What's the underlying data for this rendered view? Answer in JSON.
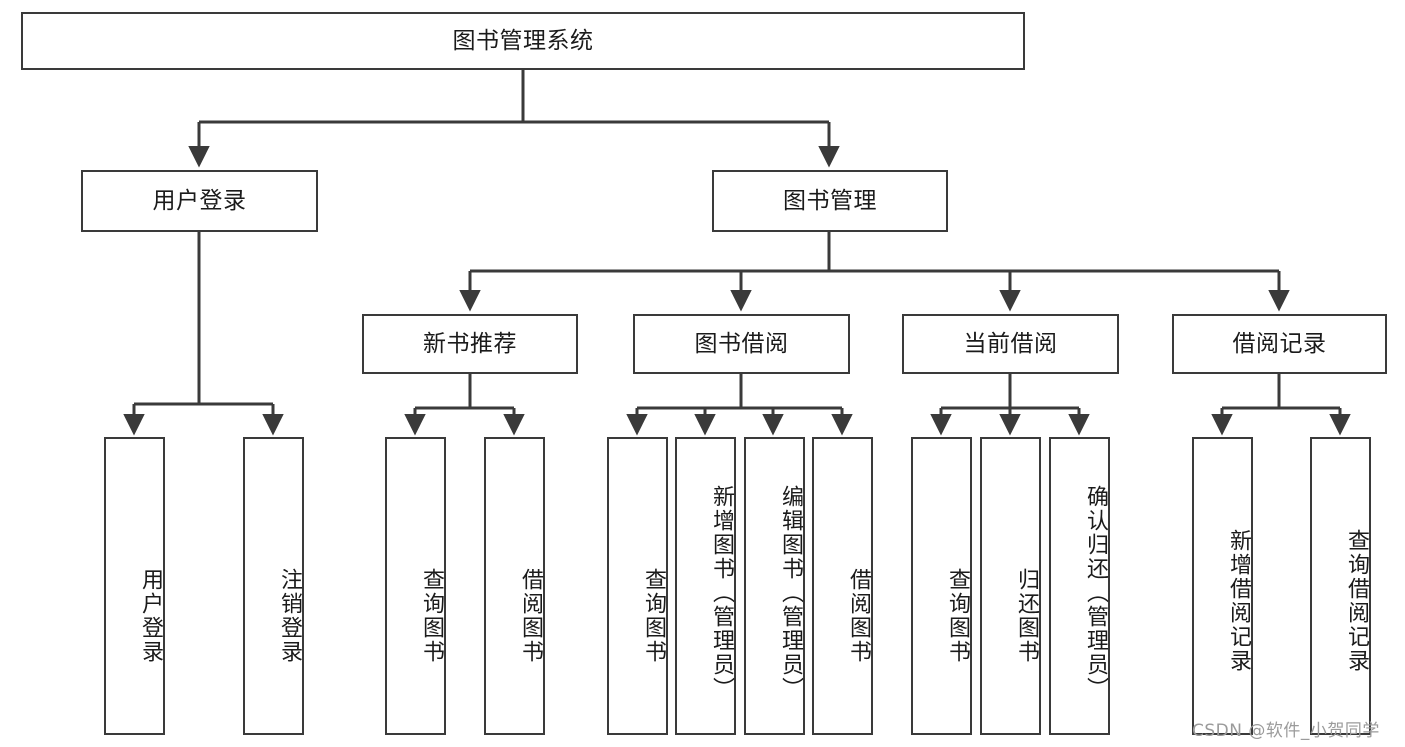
{
  "diagram": {
    "title": "图书管理系统",
    "type": "tree-hierarchy-diagram",
    "style": {
      "box_border_color": "#3a3a3a",
      "box_fill_color": "#ffffff",
      "edge_color": "#3a3a3a",
      "text_color": "#1b1b1b",
      "background": "#ffffff"
    },
    "root": {
      "label": "图书管理系统"
    },
    "level2": [
      {
        "id": "user-login",
        "label": "用户登录"
      },
      {
        "id": "book-manage",
        "label": "图书管理"
      }
    ],
    "level3": [
      {
        "id": "new-book-recommend",
        "label": "新书推荐",
        "parent": "book-manage"
      },
      {
        "id": "book-borrow",
        "label": "图书借阅",
        "parent": "book-manage"
      },
      {
        "id": "current-borrow",
        "label": "当前借阅",
        "parent": "book-manage"
      },
      {
        "id": "borrow-record",
        "label": "借阅记录",
        "parent": "book-manage"
      }
    ],
    "leaves": {
      "user-login": [
        {
          "id": "leaf-user-login",
          "label": "用户登录"
        },
        {
          "id": "leaf-user-logout",
          "label": "注销登录"
        }
      ],
      "new-book-recommend": [
        {
          "id": "leaf-query-book-1",
          "label": "查询图书"
        },
        {
          "id": "leaf-borrow-book-1",
          "label": "借阅图书"
        }
      ],
      "book-borrow": [
        {
          "id": "leaf-query-book-2",
          "label": "查询图书"
        },
        {
          "id": "leaf-add-book",
          "label": "新增图书（管理员）"
        },
        {
          "id": "leaf-edit-book",
          "label": "编辑图书（管理员）"
        },
        {
          "id": "leaf-borrow-book-2",
          "label": "借阅图书"
        }
      ],
      "current-borrow": [
        {
          "id": "leaf-query-book-3",
          "label": "查询图书"
        },
        {
          "id": "leaf-return-book",
          "label": "归还图书"
        },
        {
          "id": "leaf-confirm-return",
          "label": "确认归还（管理员）"
        }
      ],
      "borrow-record": [
        {
          "id": "leaf-add-record",
          "label": "新增借阅记录"
        },
        {
          "id": "leaf-query-record",
          "label": "查询借阅记录"
        }
      ]
    }
  },
  "watermark": {
    "text": "CSDN @软件_小贺同学"
  }
}
